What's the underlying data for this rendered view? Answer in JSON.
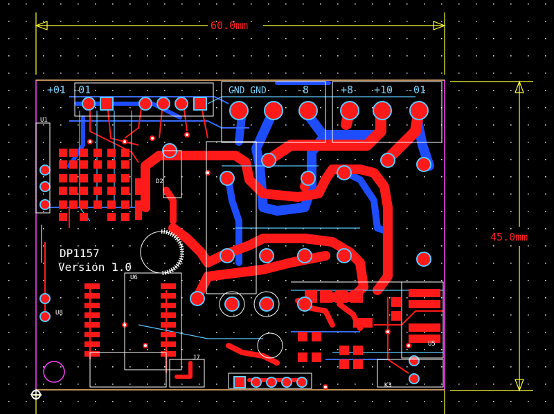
{
  "dimensions": {
    "width_label": "60.0mm",
    "height_label": "45.0mm"
  },
  "silkscreen": {
    "header_labels_left": "+01 -01",
    "header_label_3": "GND GND",
    "header_label_4": "-8",
    "header_label_5": "+8",
    "header_label_6": "+10",
    "header_label_7": "-01",
    "board_name": "DP1157",
    "board_version": "Version 1.0",
    "ref_u1": "U1",
    "ref_d2": "D2",
    "ref_u6": "U6",
    "ref_u8": "U8",
    "ref_k3": "K3",
    "ref_u5": "U5",
    "ref_j7": "J7"
  },
  "colors": {
    "background": "#000000",
    "top_copper": "#ff1a1a",
    "bottom_copper": "#1e4cff",
    "silkscreen": "#ffffff",
    "outline": "#ff44ff",
    "dimension_lines": "#ffff33",
    "dimension_text": "#ff2020"
  }
}
